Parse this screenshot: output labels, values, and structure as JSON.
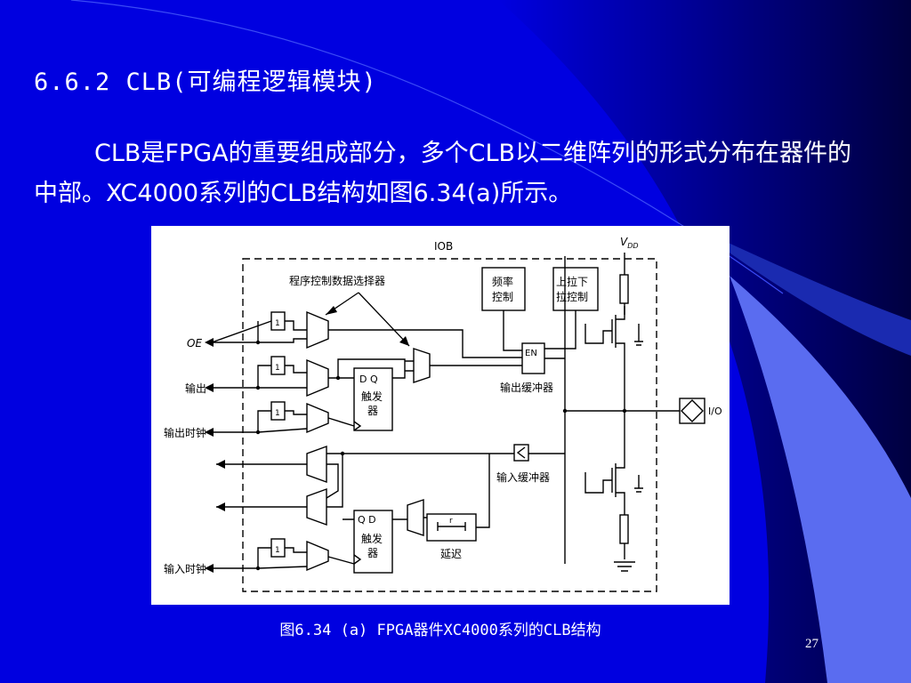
{
  "slide": {
    "title": "6.6.2   CLB(可编程逻辑模块)",
    "paragraph": "CLB是FPGA的重要组成部分，多个CLB以二维阵列的形式分布在器件的中部。XC4000系列的CLB结构如图6.34(a)所示。",
    "caption": "图6.34   (a) FPGA器件XC4000系列的CLB结构",
    "page_number": "27"
  },
  "diagram": {
    "iob_label": "IOB",
    "vdd_label": "V",
    "vdd_sub": "DD",
    "mux_select_label": "程序控制数据选择器",
    "freq_control": [
      "频率",
      "控制"
    ],
    "pull_control": [
      "上拉下",
      "拉控制"
    ],
    "en_label": "EN",
    "output_buffer": "输出缓冲器",
    "input_buffer": "输入缓冲器",
    "io_label": "I/O",
    "oe_label": "OE",
    "output_label": "输出",
    "output_clock": "输出时钟",
    "input_clock": "输入时钟",
    "ff_out_ports": "D  Q",
    "ff_in_ports": "Q   D",
    "ff_text": [
      "触发",
      "器"
    ],
    "delay_label": "延迟",
    "inverter_label": "1",
    "delay_symbol": "r"
  },
  "colors": {
    "background": "#0000e0",
    "text": "#ffffff"
  }
}
